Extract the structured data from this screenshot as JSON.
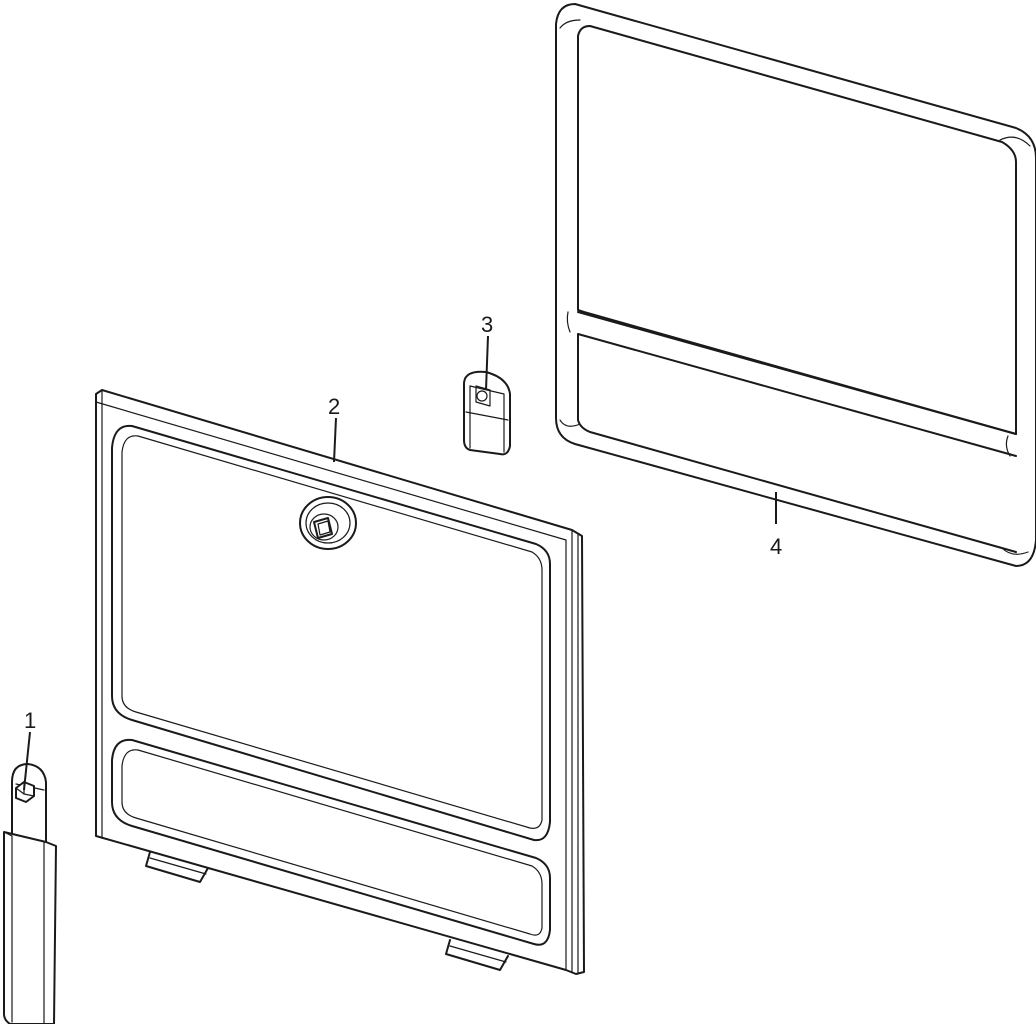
{
  "callouts": [
    {
      "label": "1"
    },
    {
      "label": "2"
    },
    {
      "label": "3"
    },
    {
      "label": "4"
    }
  ],
  "colors": {
    "line": "#1a1a1a",
    "background": "#ffffff"
  }
}
